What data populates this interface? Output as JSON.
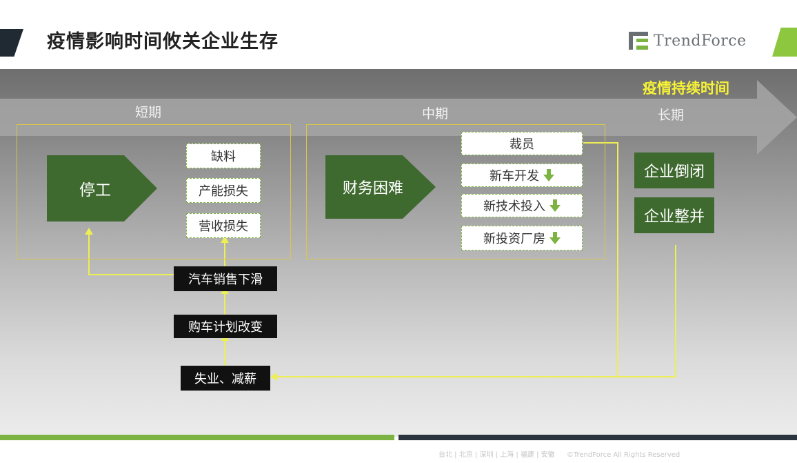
{
  "header": {
    "title": "疫情影响时间攸关企业生存",
    "logo_text": "TrendForce"
  },
  "timeline": {
    "duration_label": "疫情持续时间",
    "phases": [
      "短期",
      "中期",
      "长期"
    ]
  },
  "short_term": {
    "main": "停工",
    "effects": [
      "缺料",
      "产能损失",
      "营收损失"
    ]
  },
  "mid_term": {
    "main": "财务困难",
    "effects": [
      "裁员",
      "新车开发",
      "新技术投入",
      "新投资厂房"
    ]
  },
  "long_term": {
    "outcomes": [
      "企业倒闭",
      "企业整并"
    ]
  },
  "chain": {
    "sales_decline": "汽车销售下滑",
    "plan_change": "购车计划改变",
    "unemployment": "失业、减薪"
  },
  "footer": {
    "cities": "台北 | 北京 | 深圳 | 上海 | 福建 | 安徽",
    "copyright": "©TrendForce All Rights Reserved"
  },
  "colors": {
    "dark_green": "#3f6a2f",
    "accent_green": "#7cb342",
    "yellow": "#f7f235",
    "frame_yellow": "#d9c64a"
  }
}
